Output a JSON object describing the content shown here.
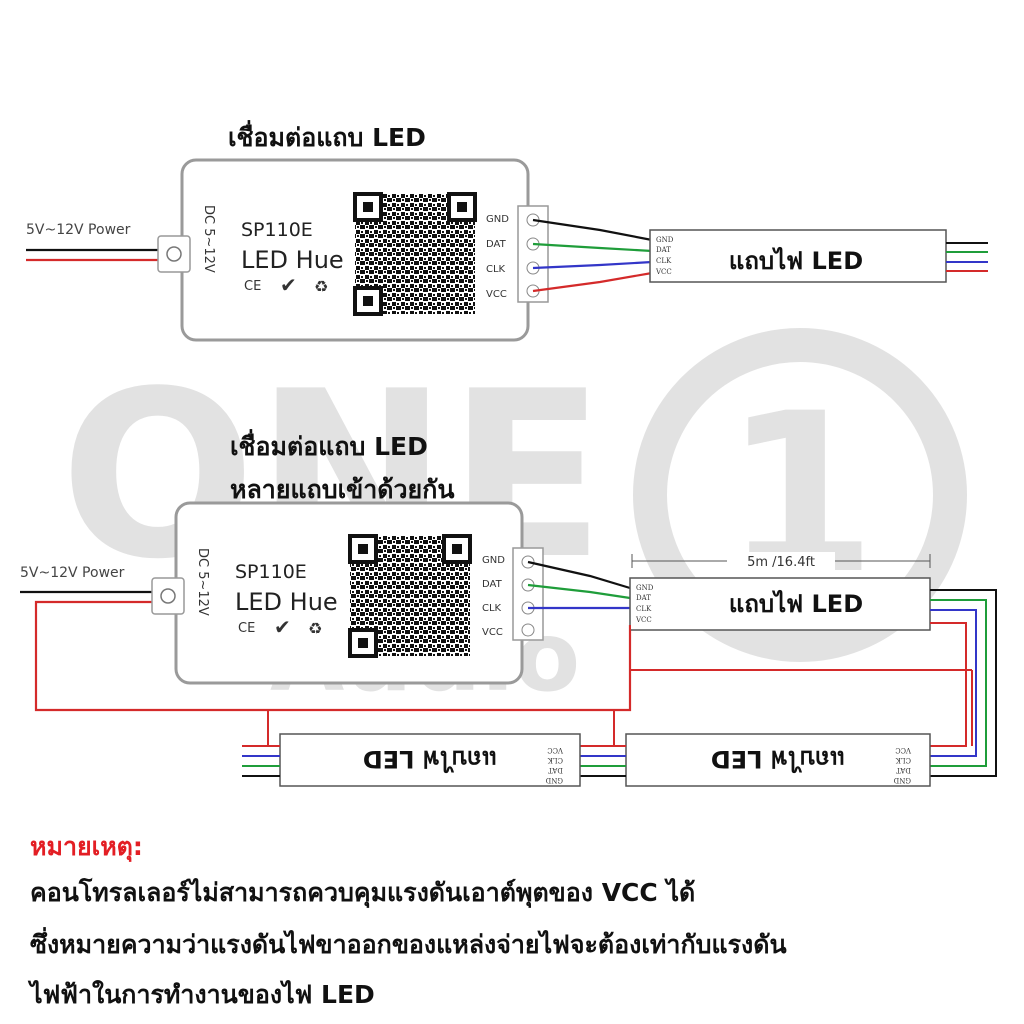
{
  "watermark": {
    "brand": "ONE",
    "sub": "Audio",
    "digit": "1"
  },
  "diagram1": {
    "heading": "เชื่อมต่อแถบ LED",
    "power_label": "5V~12V Power",
    "controller": {
      "model": "SP110E",
      "name": "LED Hue",
      "dc_rating": "DC 5~12V",
      "ce_mark": "CE"
    },
    "pins": [
      "GND",
      "DAT",
      "CLK",
      "VCC"
    ],
    "strip": {
      "label": "แถบไฟ LED",
      "pins": [
        "GND",
        "DAT",
        "CLK",
        "VCC"
      ]
    }
  },
  "diagram2": {
    "heading_line1": "เชื่อมต่อแถบ LED",
    "heading_line2": "หลายแถบเข้าด้วยกัน",
    "power_label": "5V~12V Power",
    "controller": {
      "model": "SP110E",
      "name": "LED Hue",
      "dc_rating": "DC 5~12V",
      "ce_mark": "CE"
    },
    "pins": [
      "GND",
      "DAT",
      "CLK",
      "VCC"
    ],
    "length_label": "5m /16.4ft",
    "strip_top": {
      "label": "แถบไฟ LED",
      "pins": [
        "GND",
        "DAT",
        "CLK",
        "VCC"
      ]
    },
    "strip_bottom_right": {
      "label": "แถบไฟ LED",
      "pins": [
        "VCC",
        "CLK",
        "DAT",
        "GND"
      ]
    },
    "strip_bottom_left": {
      "label": "แถบไฟ LED",
      "pins": [
        "VCC",
        "CLK",
        "DAT",
        "GND"
      ]
    }
  },
  "note": {
    "title": "หมายเหตุ:",
    "line1": "คอนโทรลเลอร์ไม่สามารถควบคุมแรงดันเอาต์พุตของ VCC ได้",
    "line2": "ซึ่งหมายความว่าแรงดันไฟขาออกของแหล่งจ่ายไฟจะต้องเท่ากับแรงดัน",
    "line3": "ไฟฟ้าในการทำงานของไฟ LED"
  },
  "colors": {
    "gnd": "#111111",
    "dat": "#1f9d3a",
    "clk": "#3336c8",
    "vcc": "#d42a2a",
    "watermark": "#d4d4d4",
    "note_title": "#e31e24"
  }
}
